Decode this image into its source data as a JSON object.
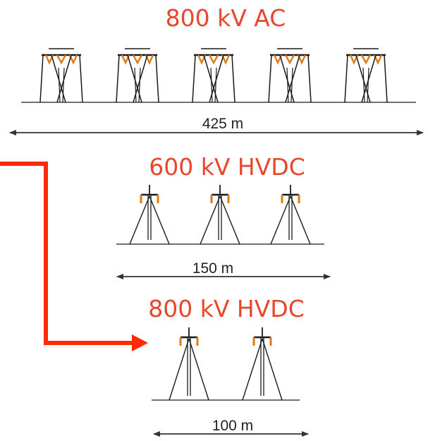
{
  "colors": {
    "title": "#e8472b",
    "connector_arrow": "#ff2a00",
    "tower": "#1a1a1a",
    "insulator": "#e07a12",
    "dimension_line": "#333333"
  },
  "sections": [
    {
      "id": "ac800",
      "title": "800 kV AC",
      "tower_type": "ac-lattice",
      "tower_count": 5,
      "width_label": "425 m"
    },
    {
      "id": "hvdc600",
      "title": "600 kV HVDC",
      "tower_type": "dc-bipole",
      "tower_count": 3,
      "width_label": "150 m"
    },
    {
      "id": "hvdc800",
      "title": "800 kV HVDC",
      "tower_type": "dc-bipole",
      "tower_count": 2,
      "width_label": "100 m"
    }
  ]
}
